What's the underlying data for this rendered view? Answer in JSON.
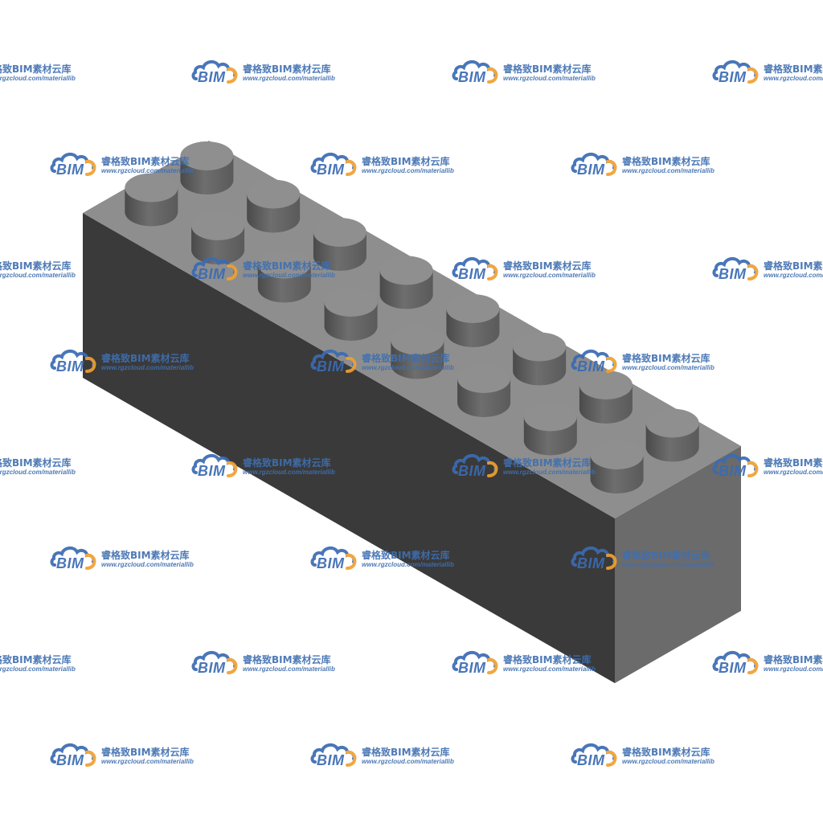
{
  "watermark": {
    "brand": "BIM",
    "name": "睿格致BIM素材云库",
    "url": "www.rgzcloud.com/materiallib",
    "icon": "cloud-logo-icon",
    "colors": {
      "blue": "#3a6bb3",
      "orange": "#f0a030"
    }
  },
  "brick": {
    "icon": "lego-brick-2x8",
    "colors": {
      "top": "#8e8e8e",
      "front": "#3a3a3a",
      "side": "#6b6b6b",
      "stud_top": "#8f8f8f",
      "stud_side": "#5a5a5a"
    }
  }
}
